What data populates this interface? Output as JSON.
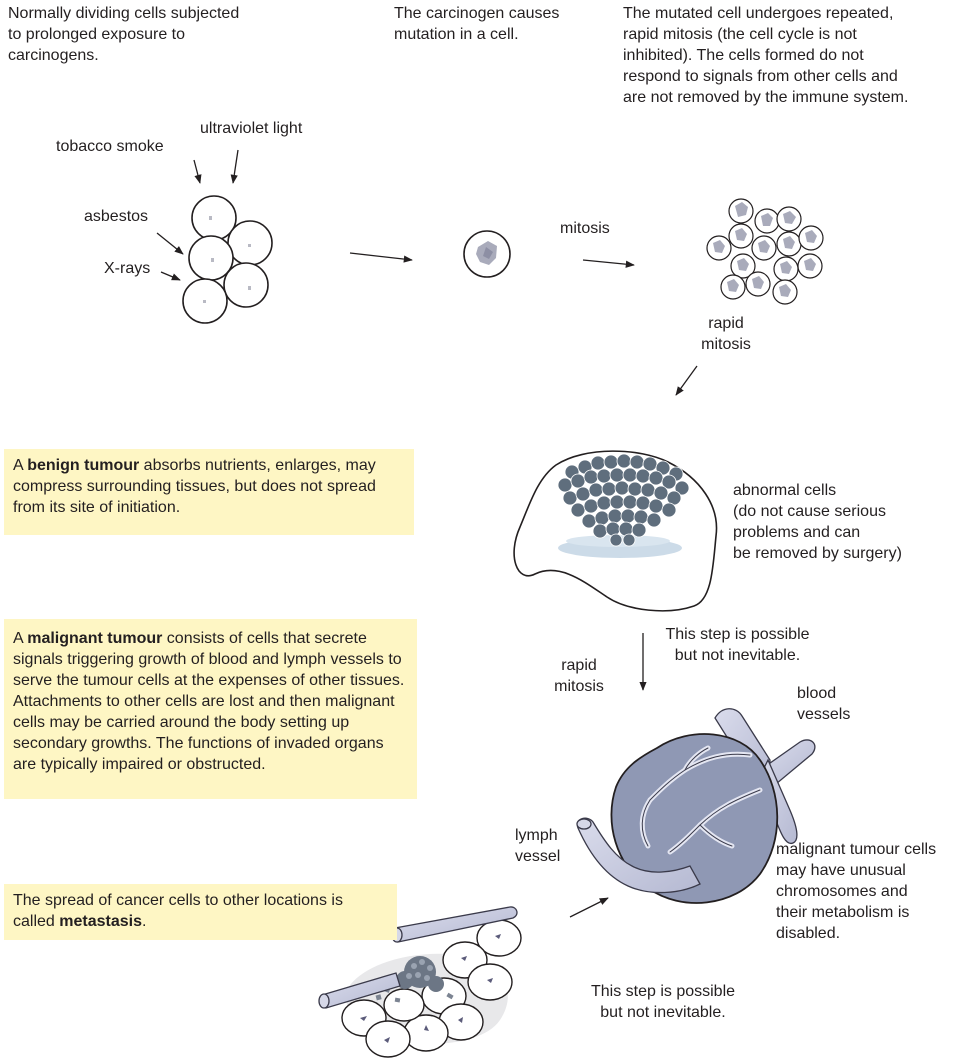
{
  "captions": {
    "step1": "Normally dividing cells subjected\nto prolonged exposure to\ncarcinogens.",
    "step2": "The carcinogen causes\nmutation in a cell.",
    "step3": "The mutated cell undergoes repeated,\nrapid mitosis (the cell cycle is not\ninhibited). The cells formed do not\nrespond to signals from other cells and\nare not removed by the immune system."
  },
  "carcinogens": {
    "tobacco": "tobacco smoke",
    "uv": "ultraviolet light",
    "asbestos": "asbestos",
    "xrays": "X-rays"
  },
  "labels": {
    "mitosis": "mitosis",
    "rapid_mitosis_1": "rapid\nmitosis",
    "abnormal_cells": "abnormal cells\n(do not cause serious\nproblems and can\nbe removed by surgery)",
    "step_possible_1": "This step is possible\nbut not inevitable.",
    "rapid_mitosis_2": "rapid\nmitosis",
    "blood_vessels": "blood\nvessels",
    "lymph_vessel": "lymph\nvessel",
    "malignant_cells": "malignant tumour cells\nmay have unusual\nchromosomes and\ntheir metabolism is\ndisabled.",
    "step_possible_2": "This step is possible\nbut not inevitable."
  },
  "boxes": {
    "benign": {
      "pre": "A ",
      "term": "benign tumour",
      "post": " absorbs nutrients, enlarges, may compress surrounding tissues, but does not spread from its site of initiation."
    },
    "malignant": {
      "pre": "A ",
      "term": "malignant tumour",
      "post": " consists of cells that secrete signals triggering growth of blood and lymph vessels to serve the tumour cells at the expenses of other tissues. Attachments to other cells are lost and then malignant cells may be carried around the body setting up secondary growths. The functions of invaded organs are typically impaired or obstructed."
    },
    "metastasis": {
      "pre": "The spread of cancer cells to other locations is called ",
      "term": "metastasis",
      "post": "."
    }
  },
  "colors": {
    "highlight_box": "#fef6c4",
    "cell_fill": "#ffffff",
    "nucleus": "#c5c6cf",
    "mutated_nucleus": "#a9abbb",
    "tumour_cell": "#5f6e7d",
    "malignant_fill": "#8f98b4",
    "vessel_fill": "#c9cce0",
    "text": "#231f20"
  }
}
